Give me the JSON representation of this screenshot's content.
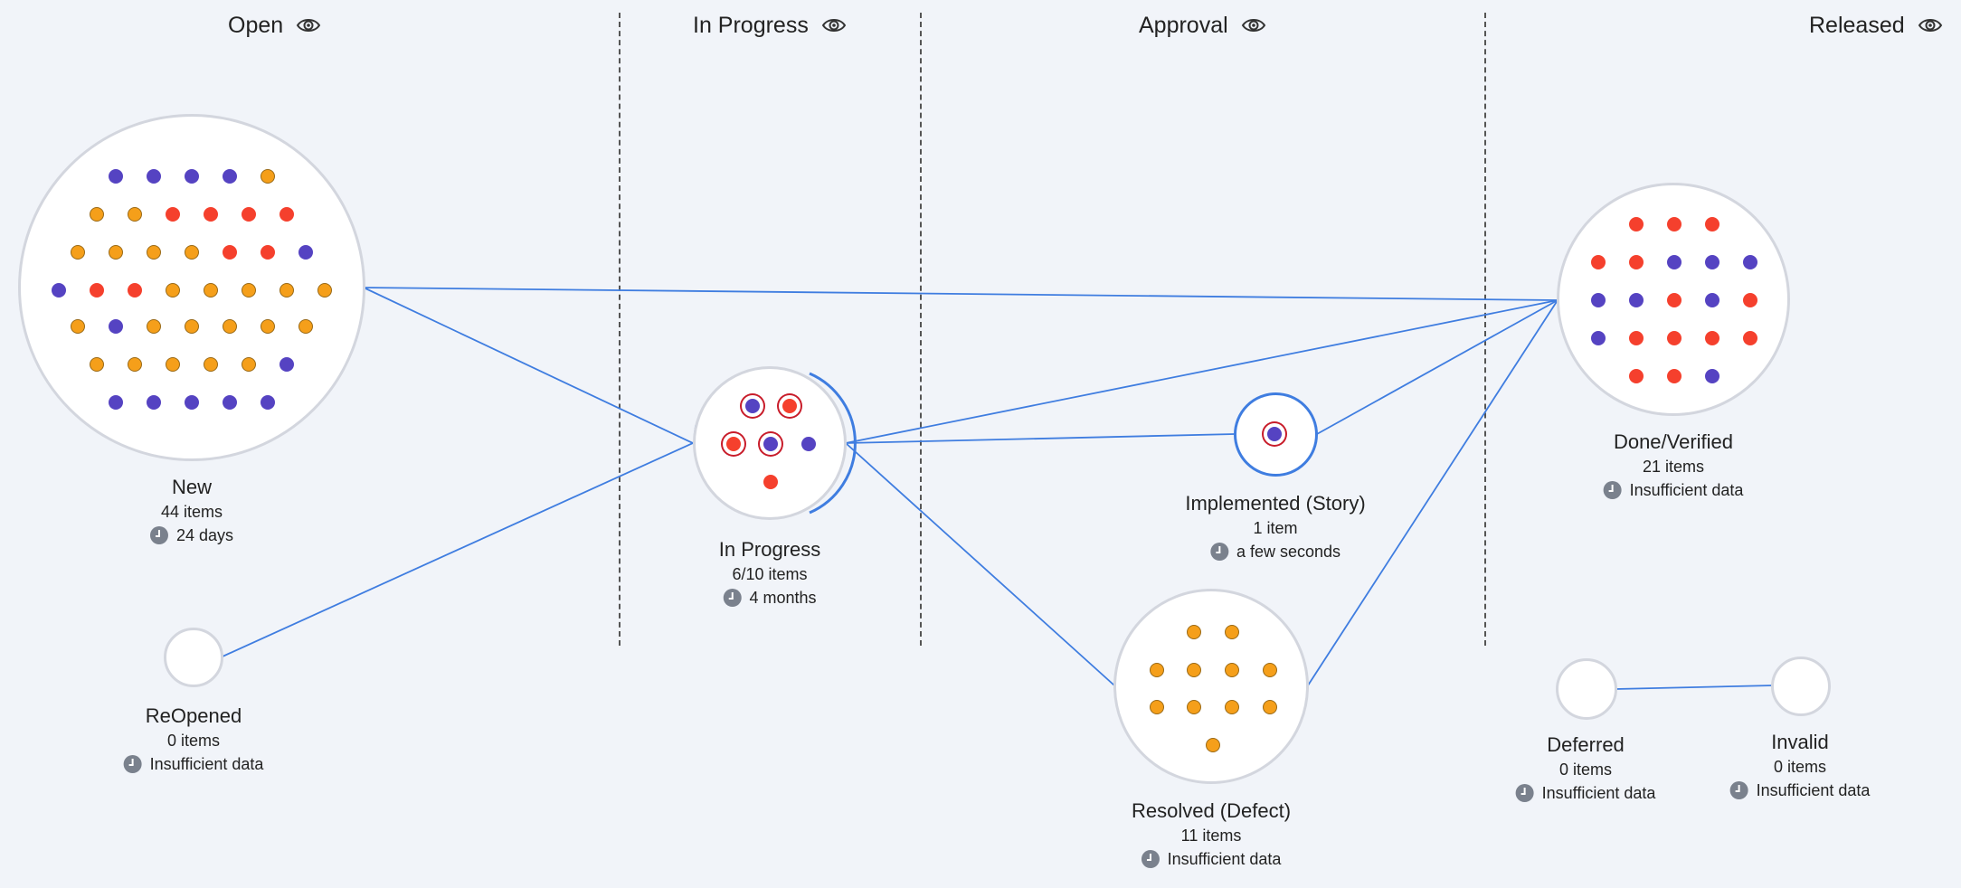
{
  "columns": [
    {
      "label": "Open"
    },
    {
      "label": "In Progress"
    },
    {
      "label": "Approval"
    },
    {
      "label": "Released"
    }
  ],
  "states": {
    "new": {
      "title": "New",
      "count": "44 items",
      "time": "24 days"
    },
    "reopened": {
      "title": "ReOpened",
      "count": "0 items",
      "time": "Insufficient data"
    },
    "in_progress": {
      "title": "In Progress",
      "count": "6/10 items",
      "time": "4 months"
    },
    "implemented": {
      "title": "Implemented (Story)",
      "count": "1 item",
      "time": "a few seconds"
    },
    "resolved": {
      "title": "Resolved (Defect)",
      "count": "11 items",
      "time": "Insufficient data"
    },
    "done": {
      "title": "Done/Verified",
      "count": "21 items",
      "time": "Insufficient data"
    },
    "deferred": {
      "title": "Deferred",
      "count": "0 items",
      "time": "Insufficient data"
    },
    "invalid": {
      "title": "Invalid",
      "count": "0 items",
      "time": "Insufficient data"
    }
  },
  "colors": {
    "link": "#3f7de0",
    "story_dot": "#5543c2",
    "defect_dot": "#f5402d",
    "task_dot": "#f59f1a",
    "selected_ring": "#c81c2a"
  },
  "icons": {
    "column_visibility": "eye-icon",
    "cycle_time": "clock-icon"
  }
}
